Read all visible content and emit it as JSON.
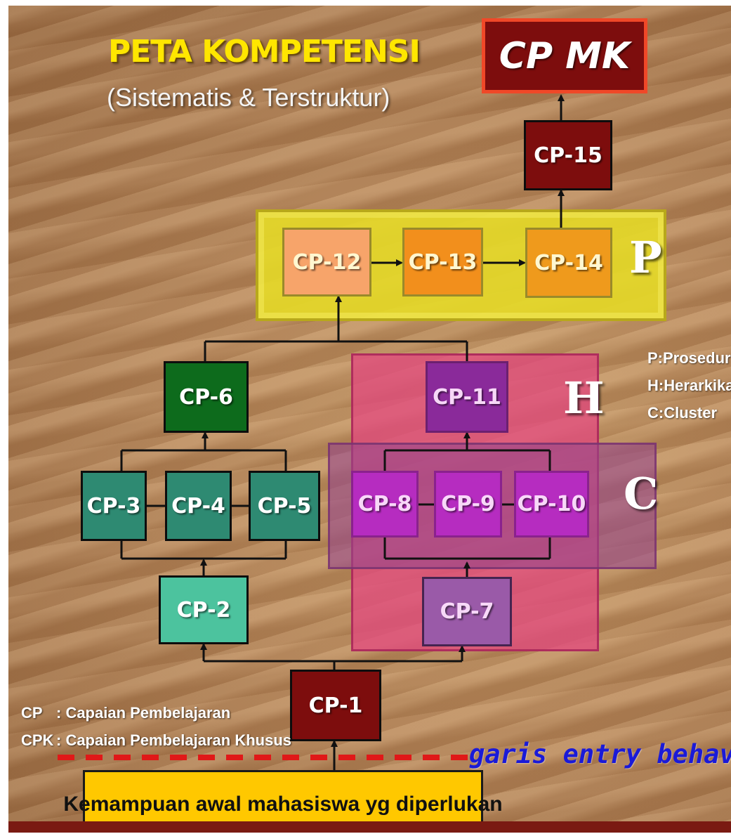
{
  "title": "PETA KOMPETENSI",
  "subtitle": "(Sistematis & Terstruktur)",
  "goal": "CP MK",
  "nodes": {
    "cp1": "CP-1",
    "cp2": "CP-2",
    "cp3": "CP-3",
    "cp4": "CP-4",
    "cp5": "CP-5",
    "cp6": "CP-6",
    "cp7": "CP-7",
    "cp8": "CP-8",
    "cp9": "CP-9",
    "cp10": "CP-10",
    "cp11": "CP-11",
    "cp12": "CP-12",
    "cp13": "CP-13",
    "cp14": "CP-14",
    "cp15": "CP-15"
  },
  "groups": {
    "p": "P",
    "h": "H",
    "c": "C"
  },
  "legend_right": [
    "P:Prosedura",
    "H:Herarkikal",
    "C:Cluster"
  ],
  "legend_bottom": [
    {
      "key": "CP",
      "value": ": Capaian Pembelajaran"
    },
    {
      "key": "CPK",
      "value": ": Capaian Pembelajaran Khusus"
    }
  ],
  "entry_line_label": "garis entry behaviour",
  "entry_box": "Kemampuan awal mahasiswa yg diperlukan",
  "colors": {
    "title": "#ffe600",
    "dark_red": "#7d0d0d",
    "group_p": "#e4d828",
    "group_h": "#e24a7e",
    "group_c": "#96468c",
    "entry_line": "#e01818",
    "entry_text": "#1a1ad8",
    "entry_box": "#ffc800"
  }
}
